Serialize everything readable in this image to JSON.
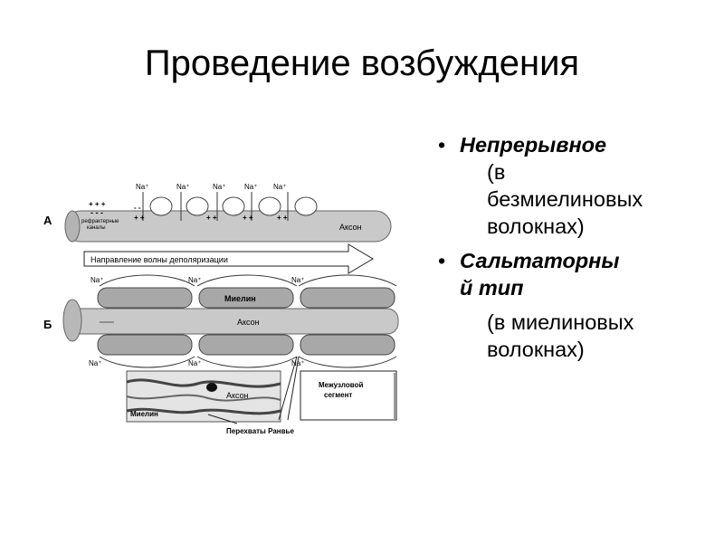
{
  "slide": {
    "title": "Проведение возбуждения"
  },
  "bullets": [
    {
      "bullet_glyph": "•",
      "heading_line1": "Непрерывное",
      "heading_line2": "",
      "detail_line1": "(в",
      "detail_line2": "безмиелиновых",
      "detail_line3": "волокнах)"
    },
    {
      "bullet_glyph": "•",
      "heading_line1": "Сальтаторны",
      "heading_line2": "й тип",
      "detail_line1": "(в миелиновых",
      "detail_line2": "волокнах)",
      "detail_line3": ""
    }
  ],
  "diagram": {
    "label_a": "А",
    "label_b": "Б",
    "na": "Na⁺",
    "plus_signs": "+ + +",
    "minus_signs": "- - -",
    "refractory_line1": "рефрактерные",
    "refractory_line2": "каналы",
    "axon_a": "Аксон",
    "wave_direction": "Направление волны деполяризации",
    "myelin": "Миелин",
    "axon_b": "Аксон",
    "inset_axon": "Аксон",
    "inset_myelin": "Миелин",
    "internode_line1": "Межузловой",
    "internode_line2": "сегмент",
    "ranvier_nodes": "Перехваты Ранвье",
    "ring_top": "- -",
    "ring_bottom": "+ +"
  },
  "colors": {
    "axon_fill": "#c9c9c9",
    "myelin_fill": "#a8a8a8",
    "line": "#222222"
  }
}
